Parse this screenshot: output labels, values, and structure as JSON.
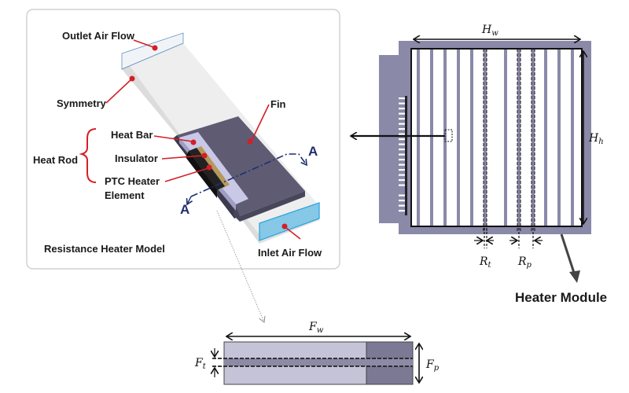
{
  "resistance_model": {
    "title": "Resistance Heater Model",
    "labels": {
      "outlet": "Outlet Air Flow",
      "symmetry": "Symmetry",
      "fin": "Fin",
      "heat_bar": "Heat Bar",
      "insulator": "Insulator",
      "ptc_line1": "PTC Heater",
      "ptc_line2": "Element",
      "heat_rod": "Heat Rod",
      "inlet": "Inlet Air Flow"
    },
    "section_marker": "A"
  },
  "heater_module": {
    "title": "Heater Module",
    "dims": {
      "hw": "H",
      "hw_sub": "w",
      "hh": "H",
      "hh_sub": "h",
      "rt": "R",
      "rt_sub": "t",
      "rp": "R",
      "rp_sub": "p"
    }
  },
  "cross_section": {
    "dims": {
      "fw": "F",
      "fw_sub": "w",
      "ft": "F",
      "ft_sub": "t",
      "fp": "F",
      "fp_sub": "p"
    }
  },
  "colors": {
    "callout_red": "#d41f26",
    "section_blue": "#1f2f6e",
    "fin_dark": "#5e5b73",
    "heat_bar": "#c9c8e6",
    "module_frame": "#8a89a8",
    "inlet_cyan": "#3fb0de"
  }
}
